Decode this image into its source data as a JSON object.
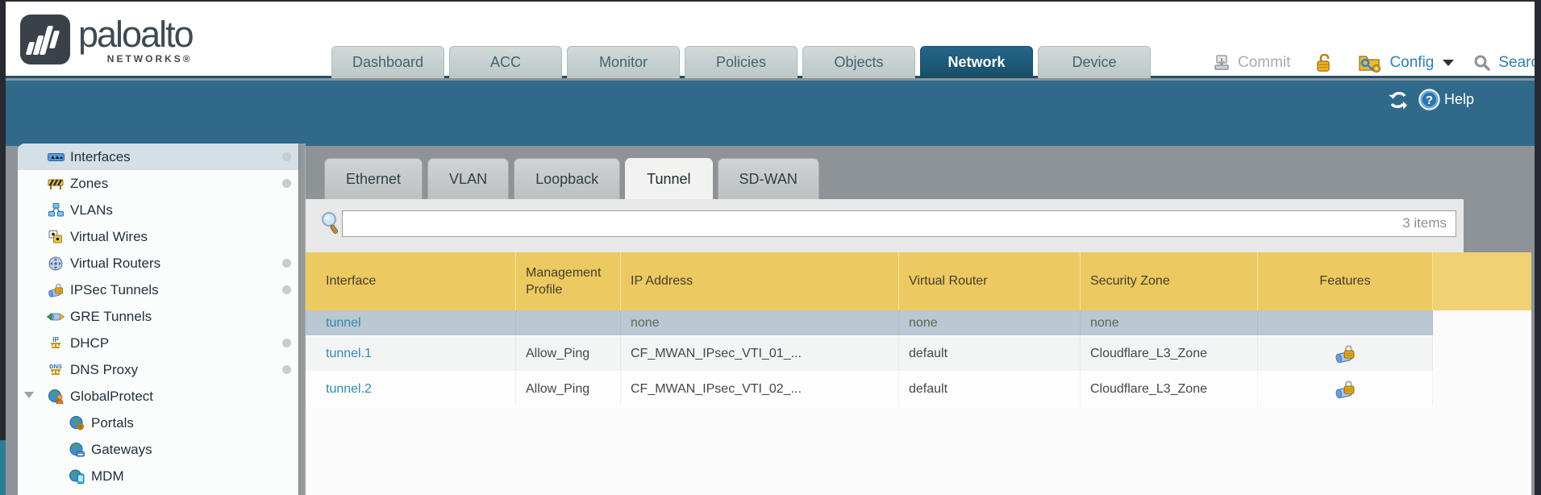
{
  "brand": {
    "name": "paloalto",
    "sub": "NETWORKS®"
  },
  "main_nav": {
    "tabs": [
      {
        "label": "Dashboard"
      },
      {
        "label": "ACC"
      },
      {
        "label": "Monitor"
      },
      {
        "label": "Policies"
      },
      {
        "label": "Objects"
      },
      {
        "label": "Network",
        "active": true
      },
      {
        "label": "Device"
      }
    ]
  },
  "header_actions": {
    "commit": "Commit",
    "config": "Config",
    "search": "Search"
  },
  "toolbar": {
    "help_label": "Help"
  },
  "sidebar": {
    "items": [
      {
        "label": "Interfaces",
        "selected": true,
        "dot": true,
        "icon": "interfaces-icon"
      },
      {
        "label": "Zones",
        "dot": true,
        "icon": "zones-icon"
      },
      {
        "label": "VLANs",
        "icon": "vlans-icon"
      },
      {
        "label": "Virtual Wires",
        "icon": "virtual-wires-icon"
      },
      {
        "label": "Virtual Routers",
        "dot": true,
        "icon": "virtual-routers-icon"
      },
      {
        "label": "IPSec Tunnels",
        "dot": true,
        "icon": "ipsec-tunnels-icon"
      },
      {
        "label": "GRE Tunnels",
        "icon": "gre-tunnels-icon"
      },
      {
        "label": "DHCP",
        "dot": true,
        "icon": "dhcp-icon"
      },
      {
        "label": "DNS Proxy",
        "dot": true,
        "icon": "dns-proxy-icon"
      },
      {
        "label": "GlobalProtect",
        "expandable": true,
        "icon": "globalprotect-icon"
      },
      {
        "label": "Portals",
        "indent": true,
        "icon": "portals-icon"
      },
      {
        "label": "Gateways",
        "indent": true,
        "icon": "gateways-icon"
      },
      {
        "label": "MDM",
        "indent": true,
        "icon": "mdm-icon"
      }
    ]
  },
  "subtabs": [
    {
      "label": "Ethernet"
    },
    {
      "label": "VLAN"
    },
    {
      "label": "Loopback"
    },
    {
      "label": "Tunnel",
      "active": true
    },
    {
      "label": "SD-WAN"
    }
  ],
  "filter": {
    "value": "",
    "count": "3 items"
  },
  "table": {
    "columns": [
      "Interface",
      "Management Profile",
      "IP Address",
      "Virtual Router",
      "Security Zone",
      "Features"
    ],
    "rows": [
      {
        "interface": "tunnel",
        "management_profile": "",
        "ip_address": "none",
        "virtual_router": "none",
        "security_zone": "none",
        "selected": true,
        "feature_icon": false
      },
      {
        "interface": "tunnel.1",
        "management_profile": "Allow_Ping",
        "ip_address": "CF_MWAN_IPsec_VTI_01_...",
        "virtual_router": "default",
        "security_zone": "Cloudflare_L3_Zone",
        "selected": false,
        "feature_icon": true
      },
      {
        "interface": "tunnel.2",
        "management_profile": "Allow_Ping",
        "ip_address": "CF_MWAN_IPsec_VTI_02_...",
        "virtual_router": "default",
        "security_zone": "Cloudflare_L3_Zone",
        "selected": false,
        "feature_icon": true
      }
    ]
  },
  "colors": {
    "accent_teal": "#2f6a8b",
    "active_tab": "#1d5873",
    "table_header_yellow": "#edc961",
    "selected_row": "#b9c8d2",
    "link_blue": "#3589ac"
  }
}
